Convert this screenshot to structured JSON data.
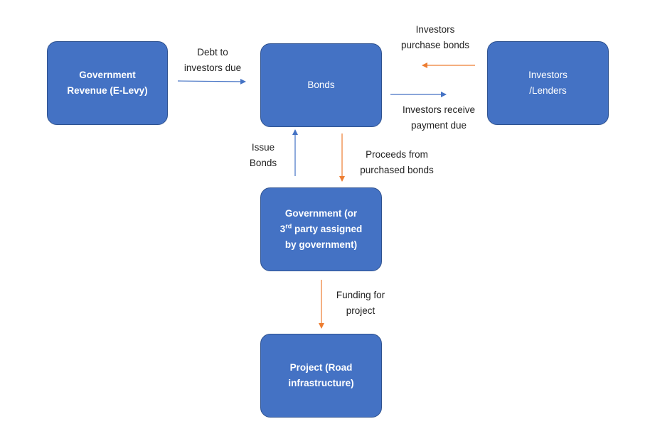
{
  "boxes": {
    "gov_revenue": {
      "line1": "Government",
      "line2": "Revenue (E-Levy)"
    },
    "bonds": {
      "label": "Bonds"
    },
    "investors": {
      "line1": "Investors",
      "line2": "/Lenders"
    },
    "government": {
      "line1": "Government (or",
      "line2_pre": "3",
      "line2_sup": "rd",
      "line2_post": " party assigned",
      "line3": "by government)"
    },
    "project": {
      "line1": "Project (Road",
      "line2": "infrastructure)"
    }
  },
  "labels": {
    "debt": {
      "line1": "Debt to",
      "line2": "investors due"
    },
    "purchase": {
      "line1": "Investors",
      "line2": "purchase bonds"
    },
    "receive": {
      "line1": "Investors receive",
      "line2": "payment due"
    },
    "issue": {
      "line1": "Issue",
      "line2": "Bonds"
    },
    "proceeds": {
      "line1": "Proceeds from",
      "line2": "purchased bonds"
    },
    "funding": {
      "line1": "Funding for",
      "line2": "project"
    }
  },
  "colors": {
    "box_fill": "#4472C4",
    "box_border": "#2F528F",
    "arrow_blue": "#4472C4",
    "arrow_orange": "#ED7D31"
  }
}
